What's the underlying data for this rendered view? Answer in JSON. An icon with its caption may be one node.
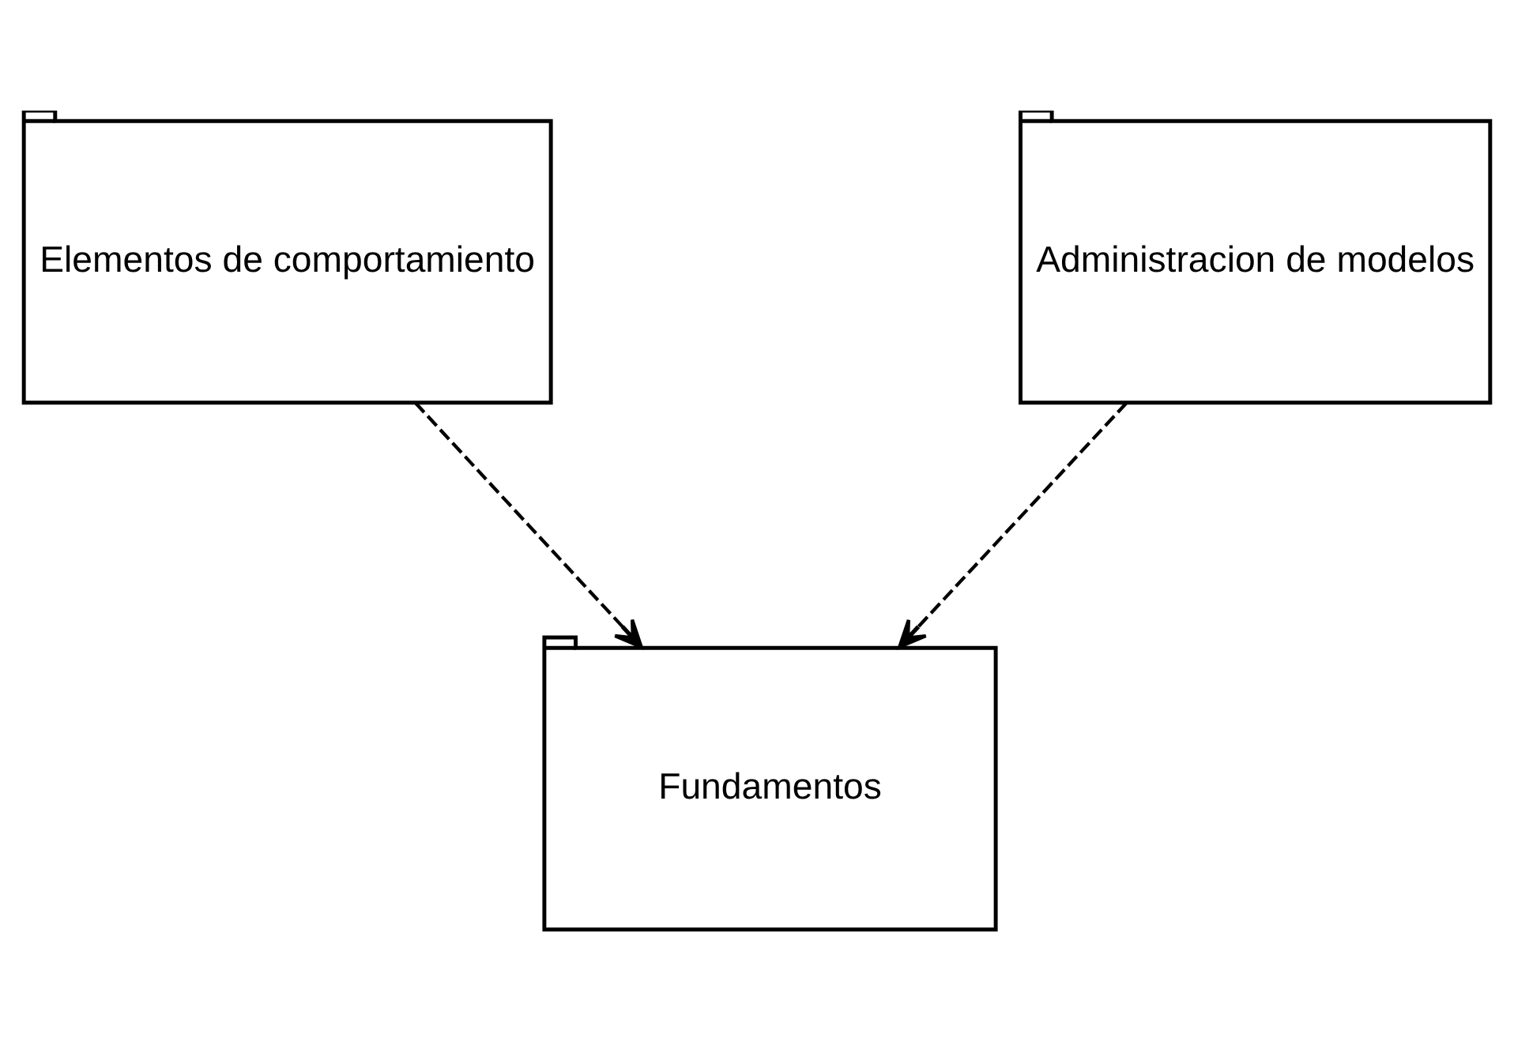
{
  "diagram": {
    "nodes": [
      {
        "text": [
          "Elementos de comportamiento"
        ]
      },
      {
        "text": [
          "Administracion de modelos"
        ]
      },
      {
        "text": [
          "Fundamentos"
        ]
      }
    ],
    "edges": [
      {
        "from": 0,
        "to": 2,
        "arrow": "to",
        "style": "dashed"
      },
      {
        "from": 1,
        "to": 2,
        "arrow": "to",
        "style": "dashed"
      }
    ]
  }
}
